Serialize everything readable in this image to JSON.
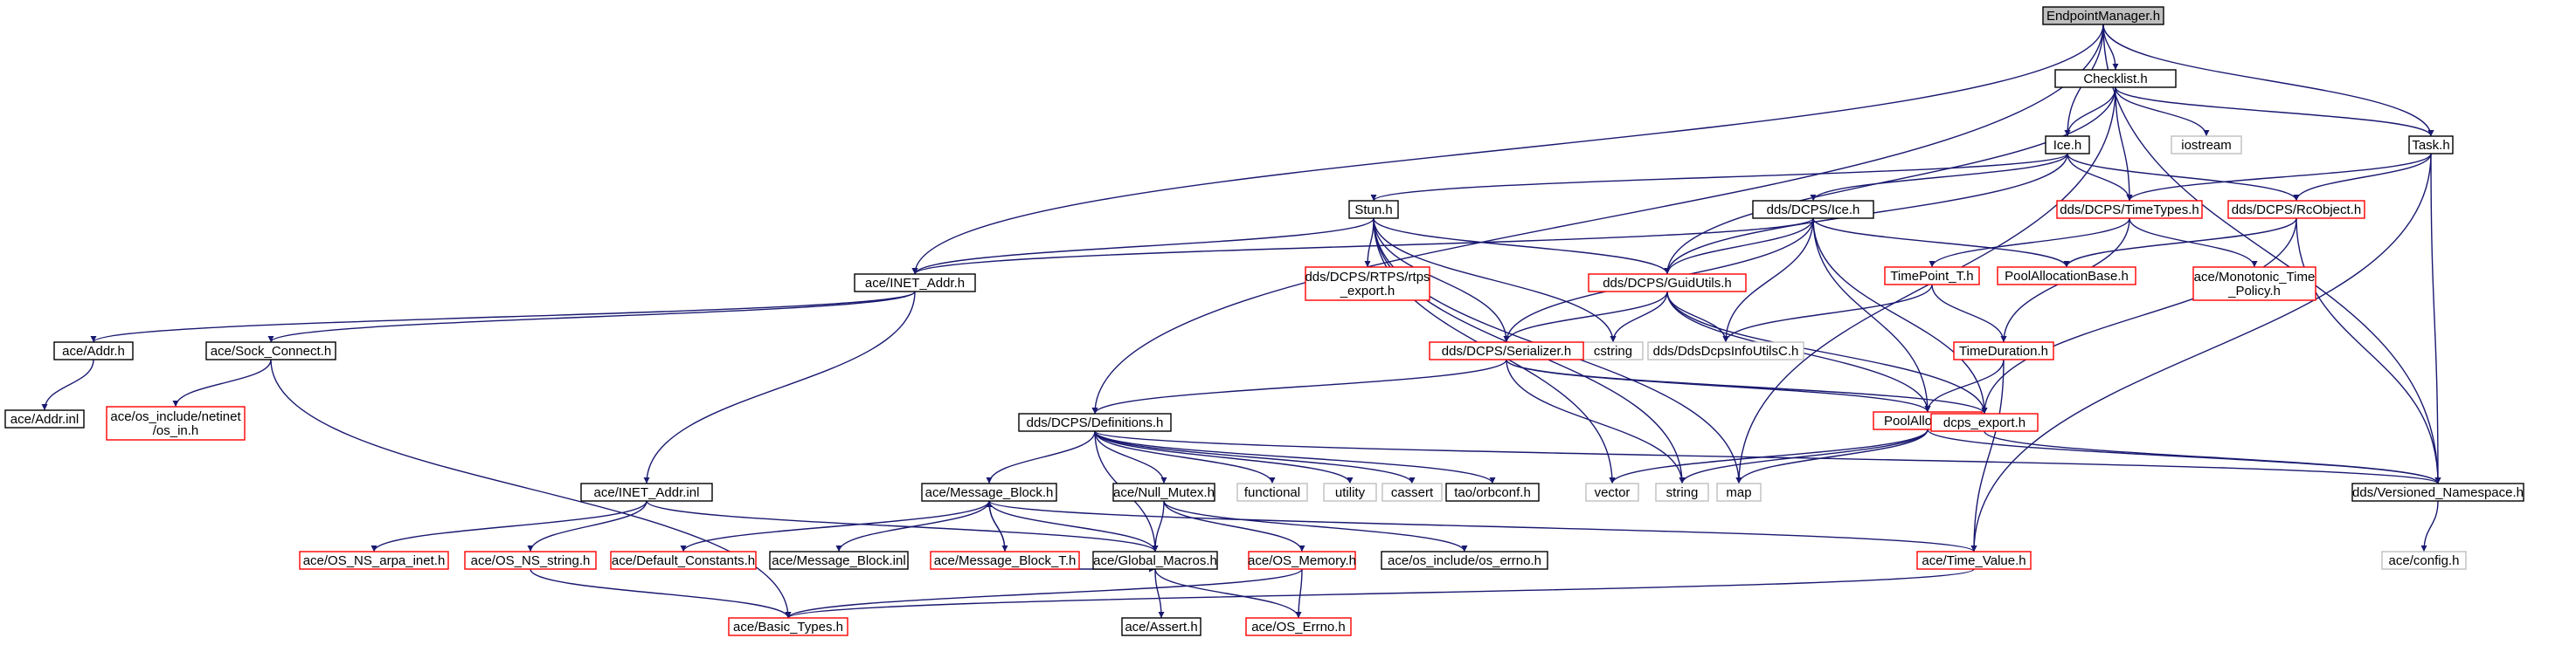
{
  "diagram": {
    "kind": "include-dependency-graph",
    "colors": {
      "edge": "#191970",
      "root_fill": "#bfbfbf",
      "documented_border": "#000000",
      "undocumented_border": "#ff0000",
      "external_border": "#bfbfbf",
      "text": "#000000"
    },
    "nodes": [
      {
        "id": "EndpointManager",
        "label": "EndpointManager.h",
        "style": "root"
      },
      {
        "id": "Checklist",
        "label": "Checklist.h",
        "style": "documented"
      },
      {
        "id": "Ice",
        "label": "Ice.h",
        "style": "documented"
      },
      {
        "id": "iostream",
        "label": "iostream",
        "style": "external"
      },
      {
        "id": "Task",
        "label": "Task.h",
        "style": "documented"
      },
      {
        "id": "Stun",
        "label": "Stun.h",
        "style": "documented"
      },
      {
        "id": "DCPSIce",
        "label": "dds/DCPS/Ice.h",
        "style": "documented"
      },
      {
        "id": "TimeTypes",
        "label": "dds/DCPS/TimeTypes.h",
        "style": "undocumented"
      },
      {
        "id": "RcObject",
        "label": "dds/DCPS/RcObject.h",
        "style": "undocumented"
      },
      {
        "id": "RTPS_export",
        "label": [
          "dds/DCPS/RTPS/rtps",
          "_export.h"
        ],
        "style": "undocumented"
      },
      {
        "id": "GuidUtils",
        "label": "dds/DCPS/GuidUtils.h",
        "style": "undocumented"
      },
      {
        "id": "TimePoint",
        "label": "TimePoint_T.h",
        "style": "undocumented"
      },
      {
        "id": "PoolAllocationBase",
        "label": "PoolAllocationBase.h",
        "style": "undocumented"
      },
      {
        "id": "Monotonic",
        "label": [
          "ace/Monotonic_Time",
          "_Policy.h"
        ],
        "style": "undocumented"
      },
      {
        "id": "INET_Addr",
        "label": "ace/INET_Addr.h",
        "style": "documented"
      },
      {
        "id": "AceAddr",
        "label": "ace/Addr.h",
        "style": "documented"
      },
      {
        "id": "SockConnect",
        "label": "ace/Sock_Connect.h",
        "style": "documented"
      },
      {
        "id": "cstring",
        "label": "cstring",
        "style": "external"
      },
      {
        "id": "DdsDcpsInfoUtilsC",
        "label": "dds/DdsDcpsInfoUtilsC.h",
        "style": "external"
      },
      {
        "id": "Serializer",
        "label": "dds/DCPS/Serializer.h",
        "style": "undocumented"
      },
      {
        "id": "TimeDuration",
        "label": "TimeDuration.h",
        "style": "undocumented"
      },
      {
        "id": "AddrInl",
        "label": "ace/Addr.inl",
        "style": "documented"
      },
      {
        "id": "OsInH",
        "label": [
          "ace/os_include/netinet",
          "/os_in.h"
        ],
        "style": "undocumented"
      },
      {
        "id": "Definitions",
        "label": "dds/DCPS/Definitions.h",
        "style": "documented"
      },
      {
        "id": "PoolAllocator",
        "label": "PoolAllocator.h",
        "style": "undocumented"
      },
      {
        "id": "dcps_export",
        "label": "dcps_export.h",
        "style": "undocumented"
      },
      {
        "id": "INET_AddrInl",
        "label": "ace/INET_Addr.inl",
        "style": "documented"
      },
      {
        "id": "MessageBlock",
        "label": "ace/Message_Block.h",
        "style": "documented"
      },
      {
        "id": "NullMutex",
        "label": "ace/Null_Mutex.h",
        "style": "documented"
      },
      {
        "id": "functional",
        "label": "functional",
        "style": "external"
      },
      {
        "id": "utility",
        "label": "utility",
        "style": "external"
      },
      {
        "id": "cassert",
        "label": "cassert",
        "style": "external"
      },
      {
        "id": "orbconf",
        "label": "tao/orbconf.h",
        "style": "documented"
      },
      {
        "id": "vector",
        "label": "vector",
        "style": "external"
      },
      {
        "id": "string",
        "label": "string",
        "style": "external"
      },
      {
        "id": "map",
        "label": "map",
        "style": "external"
      },
      {
        "id": "VersionedNS",
        "label": "dds/Versioned_Namespace.h",
        "style": "documented"
      },
      {
        "id": "OsNsArpa",
        "label": "ace/OS_NS_arpa_inet.h",
        "style": "undocumented"
      },
      {
        "id": "OsNsString",
        "label": "ace/OS_NS_string.h",
        "style": "undocumented"
      },
      {
        "id": "DefaultConstants",
        "label": "ace/Default_Constants.h",
        "style": "undocumented"
      },
      {
        "id": "MessageBlockInl",
        "label": "ace/Message_Block.inl",
        "style": "documented"
      },
      {
        "id": "MessageBlockT",
        "label": "ace/Message_Block_T.h",
        "style": "undocumented"
      },
      {
        "id": "GlobalMacros",
        "label": "ace/Global_Macros.h",
        "style": "documented"
      },
      {
        "id": "OsMemory",
        "label": "ace/OS_Memory.h",
        "style": "undocumented"
      },
      {
        "id": "OsErrnoInc",
        "label": "ace/os_include/os_errno.h",
        "style": "documented"
      },
      {
        "id": "TimeValue",
        "label": "ace/Time_Value.h",
        "style": "undocumented"
      },
      {
        "id": "AceConfig",
        "label": "ace/config.h",
        "style": "external"
      },
      {
        "id": "BasicTypes",
        "label": "ace/Basic_Types.h",
        "style": "undocumented"
      },
      {
        "id": "AceAssert",
        "label": "ace/Assert.h",
        "style": "documented"
      },
      {
        "id": "OsErrno",
        "label": "ace/OS_Errno.h",
        "style": "undocumented"
      }
    ],
    "edges": [
      [
        "EndpointManager",
        "Checklist"
      ],
      [
        "EndpointManager",
        "Ice"
      ],
      [
        "EndpointManager",
        "Task"
      ],
      [
        "EndpointManager",
        "INET_Addr"
      ],
      [
        "EndpointManager",
        "Definitions"
      ],
      [
        "EndpointManager",
        "VersionedNS"
      ],
      [
        "Checklist",
        "Ice"
      ],
      [
        "Checklist",
        "Task"
      ],
      [
        "Checklist",
        "iostream"
      ],
      [
        "Checklist",
        "TimeTypes"
      ],
      [
        "Checklist",
        "GuidUtils"
      ],
      [
        "Checklist",
        "map"
      ],
      [
        "Ice",
        "Stun"
      ],
      [
        "Ice",
        "DCPSIce"
      ],
      [
        "Ice",
        "TimeTypes"
      ],
      [
        "Ice",
        "RcObject"
      ],
      [
        "Ice",
        "GuidUtils"
      ],
      [
        "Task",
        "TimeTypes"
      ],
      [
        "Task",
        "RcObject"
      ],
      [
        "Task",
        "VersionedNS"
      ],
      [
        "Task",
        "TimeValue"
      ],
      [
        "Stun",
        "INET_Addr"
      ],
      [
        "Stun",
        "RTPS_export"
      ],
      [
        "Stun",
        "GuidUtils"
      ],
      [
        "Stun",
        "Serializer"
      ],
      [
        "Stun",
        "cstring"
      ],
      [
        "Stun",
        "string"
      ],
      [
        "Stun",
        "map"
      ],
      [
        "Stun",
        "vector"
      ],
      [
        "DCPSIce",
        "INET_Addr"
      ],
      [
        "DCPSIce",
        "GuidUtils"
      ],
      [
        "DCPSIce",
        "Serializer"
      ],
      [
        "DCPSIce",
        "PoolAllocationBase"
      ],
      [
        "DCPSIce",
        "DdsDcpsInfoUtilsC"
      ],
      [
        "DCPSIce",
        "PoolAllocator"
      ],
      [
        "DCPSIce",
        "dcps_export"
      ],
      [
        "TimeTypes",
        "TimePoint"
      ],
      [
        "TimeTypes",
        "TimeDuration"
      ],
      [
        "TimeTypes",
        "Monotonic"
      ],
      [
        "RcObject",
        "PoolAllocationBase"
      ],
      [
        "RcObject",
        "dcps_export"
      ],
      [
        "RcObject",
        "VersionedNS"
      ],
      [
        "GuidUtils",
        "Serializer"
      ],
      [
        "GuidUtils",
        "cstring"
      ],
      [
        "GuidUtils",
        "DdsDcpsInfoUtilsC"
      ],
      [
        "GuidUtils",
        "PoolAllocator"
      ],
      [
        "GuidUtils",
        "dcps_export"
      ],
      [
        "TimePoint",
        "DdsDcpsInfoUtilsC"
      ],
      [
        "TimePoint",
        "TimeDuration"
      ],
      [
        "TimeDuration",
        "PoolAllocator"
      ],
      [
        "TimeDuration",
        "TimeValue"
      ],
      [
        "INET_Addr",
        "AceAddr"
      ],
      [
        "INET_Addr",
        "SockConnect"
      ],
      [
        "INET_Addr",
        "INET_AddrInl"
      ],
      [
        "AceAddr",
        "AddrInl"
      ],
      [
        "SockConnect",
        "OsInH"
      ],
      [
        "SockConnect",
        "BasicTypes"
      ],
      [
        "Serializer",
        "Definitions"
      ],
      [
        "Serializer",
        "PoolAllocator"
      ],
      [
        "Serializer",
        "dcps_export"
      ],
      [
        "Serializer",
        "string"
      ],
      [
        "Definitions",
        "MessageBlock"
      ],
      [
        "Definitions",
        "NullMutex"
      ],
      [
        "Definitions",
        "functional"
      ],
      [
        "Definitions",
        "utility"
      ],
      [
        "Definitions",
        "cassert"
      ],
      [
        "Definitions",
        "orbconf"
      ],
      [
        "Definitions",
        "GlobalMacros"
      ],
      [
        "Definitions",
        "VersionedNS"
      ],
      [
        "PoolAllocator",
        "vector"
      ],
      [
        "PoolAllocator",
        "string"
      ],
      [
        "PoolAllocator",
        "map"
      ],
      [
        "PoolAllocator",
        "VersionedNS"
      ],
      [
        "dcps_export",
        "VersionedNS"
      ],
      [
        "VersionedNS",
        "AceConfig"
      ],
      [
        "INET_AddrInl",
        "OsNsArpa"
      ],
      [
        "INET_AddrInl",
        "OsNsString"
      ],
      [
        "INET_AddrInl",
        "GlobalMacros"
      ],
      [
        "OsNsString",
        "BasicTypes"
      ],
      [
        "MessageBlock",
        "DefaultConstants"
      ],
      [
        "MessageBlock",
        "MessageBlockInl"
      ],
      [
        "MessageBlock",
        "MessageBlockT"
      ],
      [
        "MessageBlock",
        "GlobalMacros"
      ],
      [
        "MessageBlock",
        "TimeValue"
      ],
      [
        "MessageBlockT",
        "MessageBlock"
      ],
      [
        "MessageBlockT",
        "GlobalMacros"
      ],
      [
        "NullMutex",
        "GlobalMacros"
      ],
      [
        "NullMutex",
        "OsMemory"
      ],
      [
        "NullMutex",
        "OsErrnoInc"
      ],
      [
        "GlobalMacros",
        "AceAssert"
      ],
      [
        "GlobalMacros",
        "OsErrno"
      ],
      [
        "OsMemory",
        "BasicTypes"
      ],
      [
        "OsMemory",
        "OsErrno"
      ],
      [
        "TimeValue",
        "BasicTypes"
      ]
    ]
  }
}
